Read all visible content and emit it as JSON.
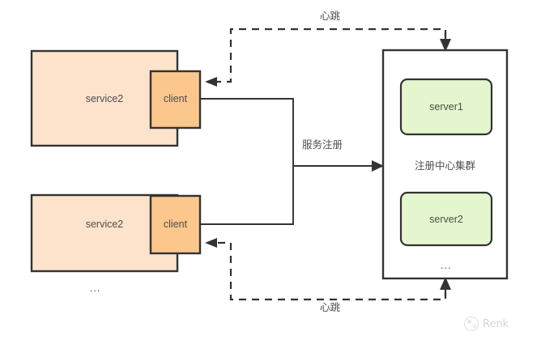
{
  "diagram": {
    "title": "service registration and heartbeat diagram",
    "colors": {
      "service_fill": "#fde3cc",
      "client_fill": "#fbc78c",
      "server_fill": "#e3f6cd",
      "stroke": "#333333",
      "text": "#4d4d4d",
      "background": "#ffffff"
    },
    "nodes": [
      {
        "id": "service-1",
        "label": "service2",
        "type": "service"
      },
      {
        "id": "client-1",
        "label": "client",
        "type": "client"
      },
      {
        "id": "service-2",
        "label": "service2",
        "type": "service"
      },
      {
        "id": "client-2",
        "label": "client",
        "type": "client"
      },
      {
        "id": "registry-cluster",
        "label": "注册中心集群",
        "type": "cluster"
      },
      {
        "id": "server-1",
        "label": "server1",
        "type": "server"
      },
      {
        "id": "server-2",
        "label": "server2",
        "type": "server"
      }
    ],
    "ellipses": [
      {
        "id": "services-more",
        "label": "..."
      },
      {
        "id": "servers-more",
        "label": "..."
      }
    ],
    "edges": [
      {
        "id": "heartbeat-top",
        "label": "心跳",
        "style": "dashed",
        "from": "registry-cluster",
        "to": "client-1"
      },
      {
        "id": "service-register",
        "label": "服务注册",
        "style": "solid",
        "from": "clients",
        "to": "registry-cluster"
      },
      {
        "id": "heartbeat-bottom",
        "label": "心跳",
        "style": "dashed",
        "from": "registry-cluster",
        "to": "client-2"
      }
    ]
  },
  "watermark": {
    "text": "Renk",
    "icon": "paw-logo-icon"
  }
}
